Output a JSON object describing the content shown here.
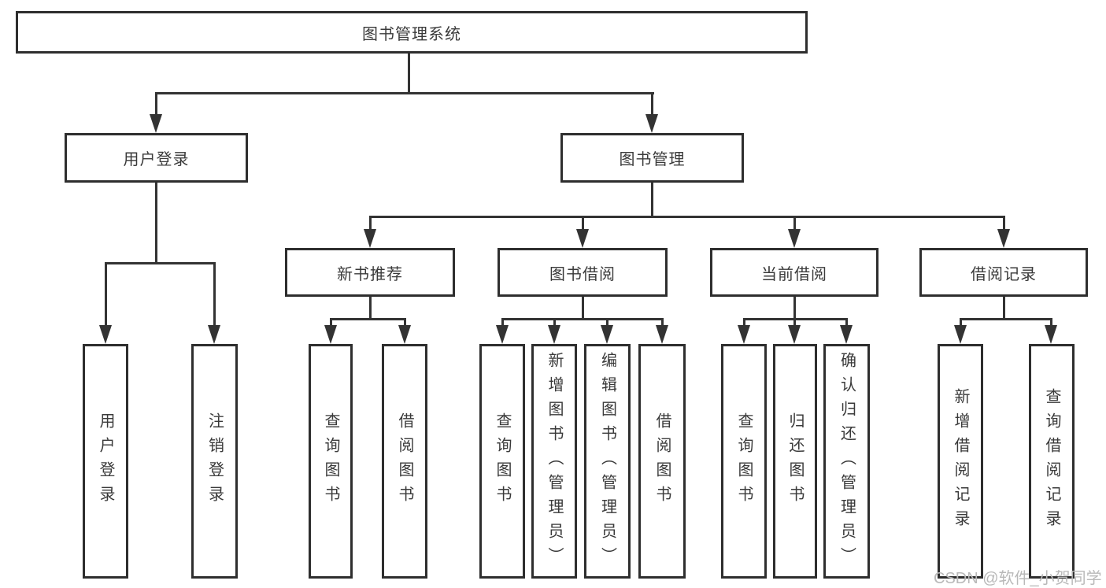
{
  "diagram": {
    "type": "hierarchy",
    "root": {
      "label": "图书管理系统"
    },
    "level2": [
      {
        "id": "user-login",
        "label": "用户登录",
        "parent": "图书管理系统"
      },
      {
        "id": "book-management",
        "label": "图书管理",
        "parent": "图书管理系统"
      }
    ],
    "level3": [
      {
        "id": "new-book-recommend",
        "label": "新书推荐",
        "parent": "图书管理"
      },
      {
        "id": "book-borrow",
        "label": "图书借阅",
        "parent": "图书管理"
      },
      {
        "id": "current-borrow",
        "label": "当前借阅",
        "parent": "图书管理"
      },
      {
        "id": "borrow-records",
        "label": "借阅记录",
        "parent": "图书管理"
      }
    ],
    "leaves": [
      {
        "id": "leaf-user-login",
        "label": "用户登录",
        "parent": "用户登录"
      },
      {
        "id": "leaf-logout",
        "label": "注销登录",
        "parent": "用户登录"
      },
      {
        "id": "leaf-query-books-1",
        "label": "查询图书",
        "parent": "新书推荐"
      },
      {
        "id": "leaf-borrow-books-1",
        "label": "借阅图书",
        "parent": "新书推荐"
      },
      {
        "id": "leaf-query-books-2",
        "label": "查询图书",
        "parent": "图书借阅"
      },
      {
        "id": "leaf-add-books",
        "label": "新增图书（管理员）",
        "parent": "图书借阅"
      },
      {
        "id": "leaf-edit-books",
        "label": "编辑图书（管理员）",
        "parent": "图书借阅"
      },
      {
        "id": "leaf-borrow-books-2",
        "label": "借阅图书",
        "parent": "图书借阅"
      },
      {
        "id": "leaf-query-books-3",
        "label": "查询图书",
        "parent": "当前借阅"
      },
      {
        "id": "leaf-return-books",
        "label": "归还图书",
        "parent": "当前借阅"
      },
      {
        "id": "leaf-confirm-return",
        "label": "确认归还（管理员）",
        "parent": "当前借阅"
      },
      {
        "id": "leaf-add-borrow-record",
        "label": "新增借阅记录",
        "parent": "借阅记录"
      },
      {
        "id": "leaf-query-borrow-record",
        "label": "查询借阅记录",
        "parent": "借阅记录"
      }
    ]
  },
  "watermark": {
    "text": "CSDN @软件_小贺同学"
  },
  "colors": {
    "line": "#333333",
    "box_border": "#2e2e2e",
    "text": "#3a3a3a",
    "watermark": "#b9b9b9",
    "background": "#ffffff"
  }
}
